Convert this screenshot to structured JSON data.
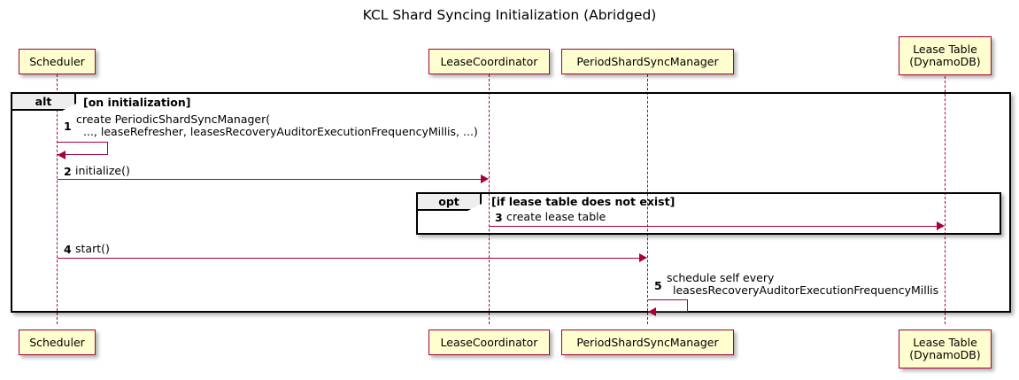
{
  "title": "KCL Shard Syncing Initialization (Abridged)",
  "participants": [
    {
      "id": "scheduler",
      "lines": [
        "Scheduler"
      ]
    },
    {
      "id": "leasecoord",
      "lines": [
        "LeaseCoordinator"
      ]
    },
    {
      "id": "periodshard",
      "lines": [
        "PeriodShardSyncManager"
      ]
    },
    {
      "id": "leasetable",
      "lines": [
        "Lease Table",
        "(DynamoDB)"
      ]
    }
  ],
  "fragments": [
    {
      "id": "alt",
      "operator": "alt",
      "condition": "[on initialization]"
    },
    {
      "id": "opt",
      "operator": "opt",
      "condition": "[if lease table does not exist]"
    }
  ],
  "messages": [
    {
      "number": "1",
      "kind": "self",
      "from": "scheduler",
      "to": "scheduler",
      "text_lines": [
        "create PeriodicShardSyncManager(",
        "..., leaseRefresher, leasesRecoveryAuditorExecutionFrequencyMillis, ...)"
      ]
    },
    {
      "number": "2",
      "kind": "call",
      "from": "scheduler",
      "to": "leasecoord",
      "text_lines": [
        "initialize()"
      ]
    },
    {
      "number": "3",
      "kind": "call",
      "from": "leasecoord",
      "to": "leasetable",
      "text_lines": [
        "create lease table"
      ]
    },
    {
      "number": "4",
      "kind": "call",
      "from": "scheduler",
      "to": "periodshard",
      "text_lines": [
        "start()"
      ]
    },
    {
      "number": "5",
      "kind": "self",
      "from": "periodshard",
      "to": "periodshard",
      "text_lines": [
        "schedule self every",
        "leasesRecoveryAuditorExecutionFrequencyMillis"
      ]
    }
  ],
  "colors": {
    "participant_fill": "#FEFECE",
    "participant_border": "#A80036",
    "message_line": "#A80036",
    "fragment_border": "#000000",
    "fragment_tab_fill": "#EEEEEE",
    "background": "#FFFFFF",
    "text": "#000000"
  }
}
